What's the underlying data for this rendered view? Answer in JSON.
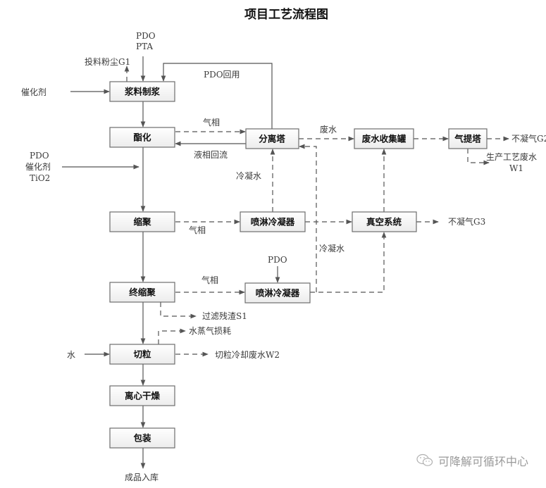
{
  "title": "项目工艺流程图",
  "boxes": {
    "slurry": "浆料制浆",
    "esterification": "酯化",
    "separator": "分离塔",
    "wastewater_tank": "废水收集罐",
    "stripper": "气提塔",
    "polycondensation": "缩聚",
    "spray_condenser_1": "喷淋冷凝器",
    "vacuum_system": "真空系统",
    "final_polycondensation": "终缩聚",
    "spray_condenser_2": "喷淋冷凝器",
    "pelletizing": "切粒",
    "centrifugal_drying": "离心干燥",
    "packaging": "包装"
  },
  "labels": {
    "pdo_top": "PDO",
    "pta_top": "PTA",
    "dust_g1": "投料粉尘G1",
    "pdo_recycle": "PDO回用",
    "catalyst": "催化剂",
    "gas_phase_1": "气相",
    "liquid_reflux": "液相回流",
    "wastewater": "废水",
    "non_condensable_g2": "不凝气G2",
    "process_wastewater": "生产工艺废水",
    "w1": "W1",
    "pdo_mid": "PDO",
    "catalyst_mid": "催化剂",
    "tio2": "TiO2",
    "condensate_1": "冷凝水",
    "gas_phase_2": "气相",
    "non_condensable_g3": "不凝气G3",
    "condensate_2": "冷凝水",
    "pdo_bottom": "PDO",
    "gas_phase_3": "气相",
    "filter_residue": "过滤残渣S1",
    "steam_loss": "水蒸气损耗",
    "water": "水",
    "cooling_wastewater": "切粒冷却废水W2",
    "product_storage": "成品入库"
  },
  "watermark": "可降解可循环中心",
  "icons": {
    "watermark_icon": "wechat-icon"
  }
}
